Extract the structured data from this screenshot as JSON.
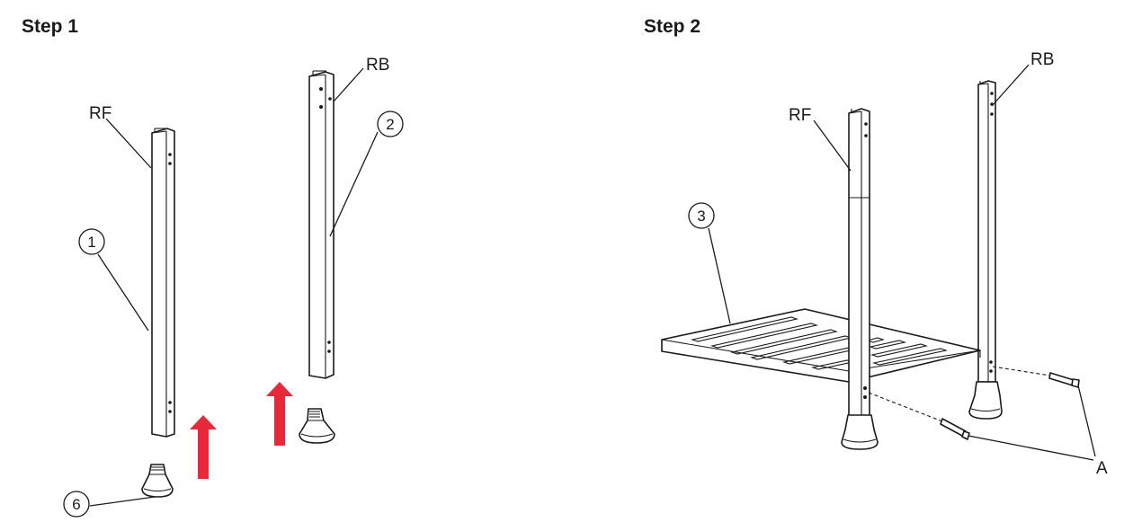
{
  "steps": [
    {
      "title": "Step 1"
    },
    {
      "title": "Step 2"
    }
  ],
  "step1": {
    "label_rf": "RF",
    "label_rb": "RB",
    "callout_1": "1",
    "callout_2": "2",
    "callout_6": "6"
  },
  "step2": {
    "label_rf": "RF",
    "label_rb": "RB",
    "callout_3": "3",
    "label_a": "A"
  },
  "colors": {
    "arrow": "#e8293a",
    "line": "#1a1a1a"
  }
}
